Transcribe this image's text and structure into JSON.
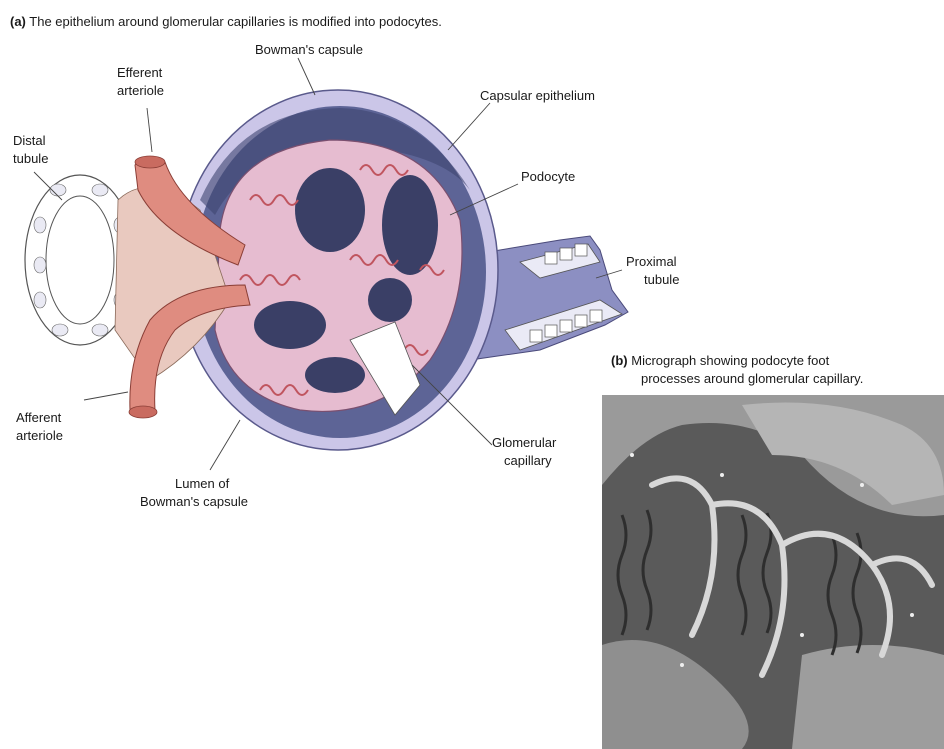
{
  "panel_a": {
    "letter": "(a)",
    "title": "The epithelium around glomerular capillaries is modified into podocytes."
  },
  "panel_b": {
    "letter": "(b)",
    "title_line1": "Micrograph showing podocyte foot",
    "title_line2": "processes around glomerular capillary."
  },
  "labels": {
    "bowmans_capsule": "Bowman's capsule",
    "efferent_1": "Efferent",
    "efferent_2": "arteriole",
    "capsular_epithelium": "Capsular epithelium",
    "distal_1": "Distal",
    "distal_2": "tubule",
    "podocyte": "Podocyte",
    "proximal_1": "Proximal",
    "proximal_2": "tubule",
    "afferent_1": "Afferent",
    "afferent_2": "arteriole",
    "glomerular_1": "Glomerular",
    "glomerular_2": "capillary",
    "lumen_1": "Lumen of",
    "lumen_2": "Bowman's capsule"
  },
  "colors": {
    "capsule_outer": "#c9c3e6",
    "capsule_lumen": "#5c6394",
    "capillary_pink": "#e9bfd0",
    "vessel_red": "#df8c80",
    "micrograph_bg": "#5a5a5a"
  }
}
